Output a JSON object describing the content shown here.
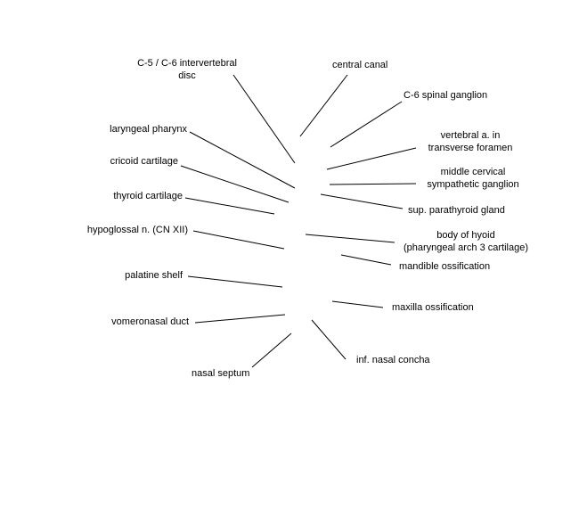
{
  "labels": {
    "c5c6_line1": "C-5 / C-6 intervertebral",
    "c5c6_line2": "disc",
    "central_canal": "central canal",
    "c6_spinal_ganglion": "C-6 spinal ganglion",
    "vertebral_line1": "vertebral a. in",
    "vertebral_line2": "transverse foramen",
    "laryngeal_pharynx": "laryngeal pharynx",
    "cricoid_cartilage": "cricoid cartilage",
    "middle_cervical_line1": "middle cervical",
    "middle_cervical_line2": "sympathetic ganglion",
    "thyroid_cartilage": "thyroid cartilage",
    "sup_parathyroid": "sup. parathyroid gland",
    "hypoglossal": "hypoglossal n. (CN XII)",
    "hyoid_line1": "body of hyoid",
    "hyoid_line2": "(pharyngeal arch 3 cartilage)",
    "mandible": "mandible ossification",
    "palatine_shelf": "palatine shelf",
    "maxilla": "maxilla ossification",
    "vomeronasal": "vomeronasal duct",
    "nasal_septum": "nasal septum",
    "inf_nasal_concha": "inf. nasal concha"
  }
}
